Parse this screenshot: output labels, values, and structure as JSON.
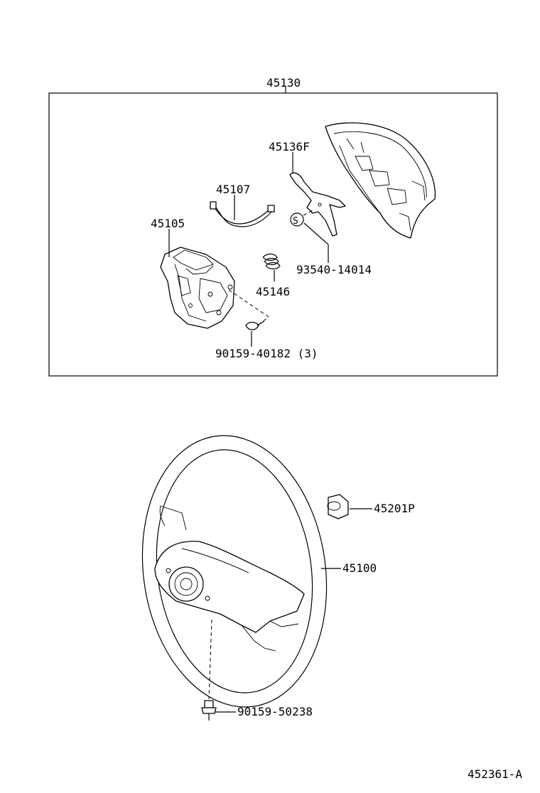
{
  "diagram": {
    "callouts": {
      "assembly": "45130",
      "cover": "45136F",
      "wire": "45107",
      "bracket": "45105",
      "spring": "45146",
      "pin": "93540-14014",
      "screw": "90159-40182 (3)",
      "nut": "45201P",
      "wheel": "45100",
      "bolt": "90159-50238",
      "figure_id": "452361-A"
    },
    "symbol_s": "S"
  }
}
